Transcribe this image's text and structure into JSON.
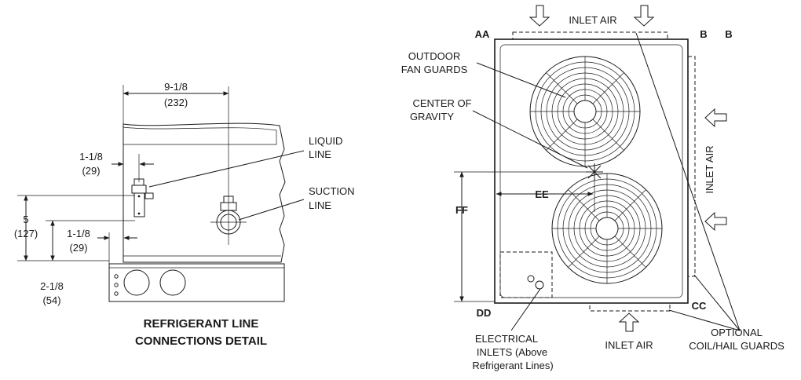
{
  "left_detail": {
    "title_line1": "REFRIGERANT LINE",
    "title_line2": "CONNECTIONS DETAIL",
    "dim_width": "9-1/8",
    "dim_width_mm": "(232)",
    "dim_liquid_offset": "1-1/8",
    "dim_liquid_offset_mm": "(29)",
    "dim_height": "5",
    "dim_height_mm": "(127)",
    "dim_lower_offset": "1-1/8",
    "dim_lower_offset_mm": "(29)",
    "dim_base_height": "2-1/8",
    "dim_base_height_mm": "(54)",
    "liquid_line_1": "LIQUID",
    "liquid_line_2": "LINE",
    "suction_line_1": "SUCTION",
    "suction_line_2": "LINE"
  },
  "right_detail": {
    "inlet_air_top": "INLET AIR",
    "inlet_air_side": "INLET AIR",
    "inlet_air_bottom": "INLET AIR",
    "corner_aa": "AA",
    "corner_b1": "B",
    "corner_b2": "B",
    "corner_cc": "CC",
    "corner_dd": "DD",
    "dim_ee": "EE",
    "dim_ff": "FF",
    "fan_guards_1": "OUTDOOR",
    "fan_guards_2": "FAN GUARDS",
    "cog_1": "CENTER OF",
    "cog_2": "GRAVITY",
    "electrical_1": "ELECTRICAL",
    "electrical_2": "INLETS (Above",
    "electrical_3": "Refrigerant Lines)",
    "optional_1": "OPTIONAL",
    "optional_2": "COIL/HAIL GUARDS"
  }
}
